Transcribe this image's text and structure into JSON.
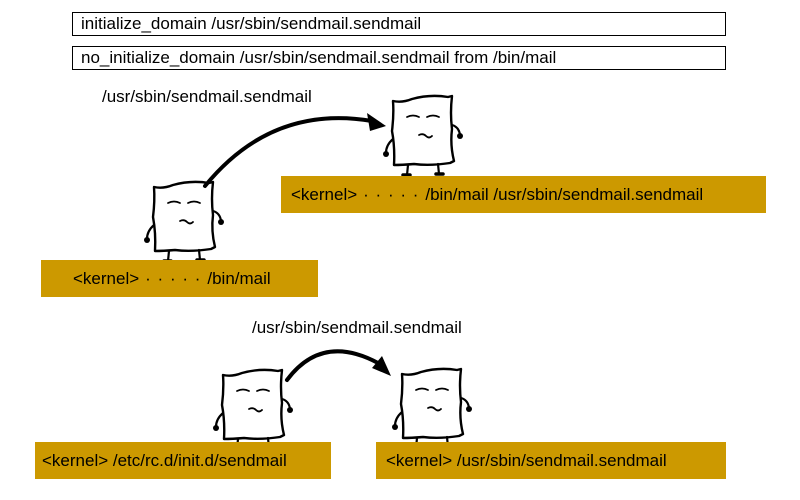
{
  "rules": {
    "initialize": "initialize_domain /usr/sbin/sendmail.sendmail",
    "no_initialize": "no_initialize_domain /usr/sbin/sendmail.sendmail from /bin/mail"
  },
  "scenario_top": {
    "transition_label": "/usr/sbin/sendmail.sendmail",
    "domain_target": {
      "kernel": "<kernel>",
      "dots": "· · · · ·",
      "path": "/bin/mail /usr/sbin/sendmail.sendmail"
    },
    "domain_source": {
      "kernel": "<kernel>",
      "dots": "· · · · ·",
      "path": "/bin/mail"
    }
  },
  "scenario_bottom": {
    "transition_label": "/usr/sbin/sendmail.sendmail",
    "domain_source": {
      "text": "<kernel> /etc/rc.d/init.d/sendmail"
    },
    "domain_target": {
      "text": "<kernel> /usr/sbin/sendmail.sendmail"
    }
  },
  "colors": {
    "domain_bar": "#cc9900",
    "rule_border": "#000000"
  }
}
